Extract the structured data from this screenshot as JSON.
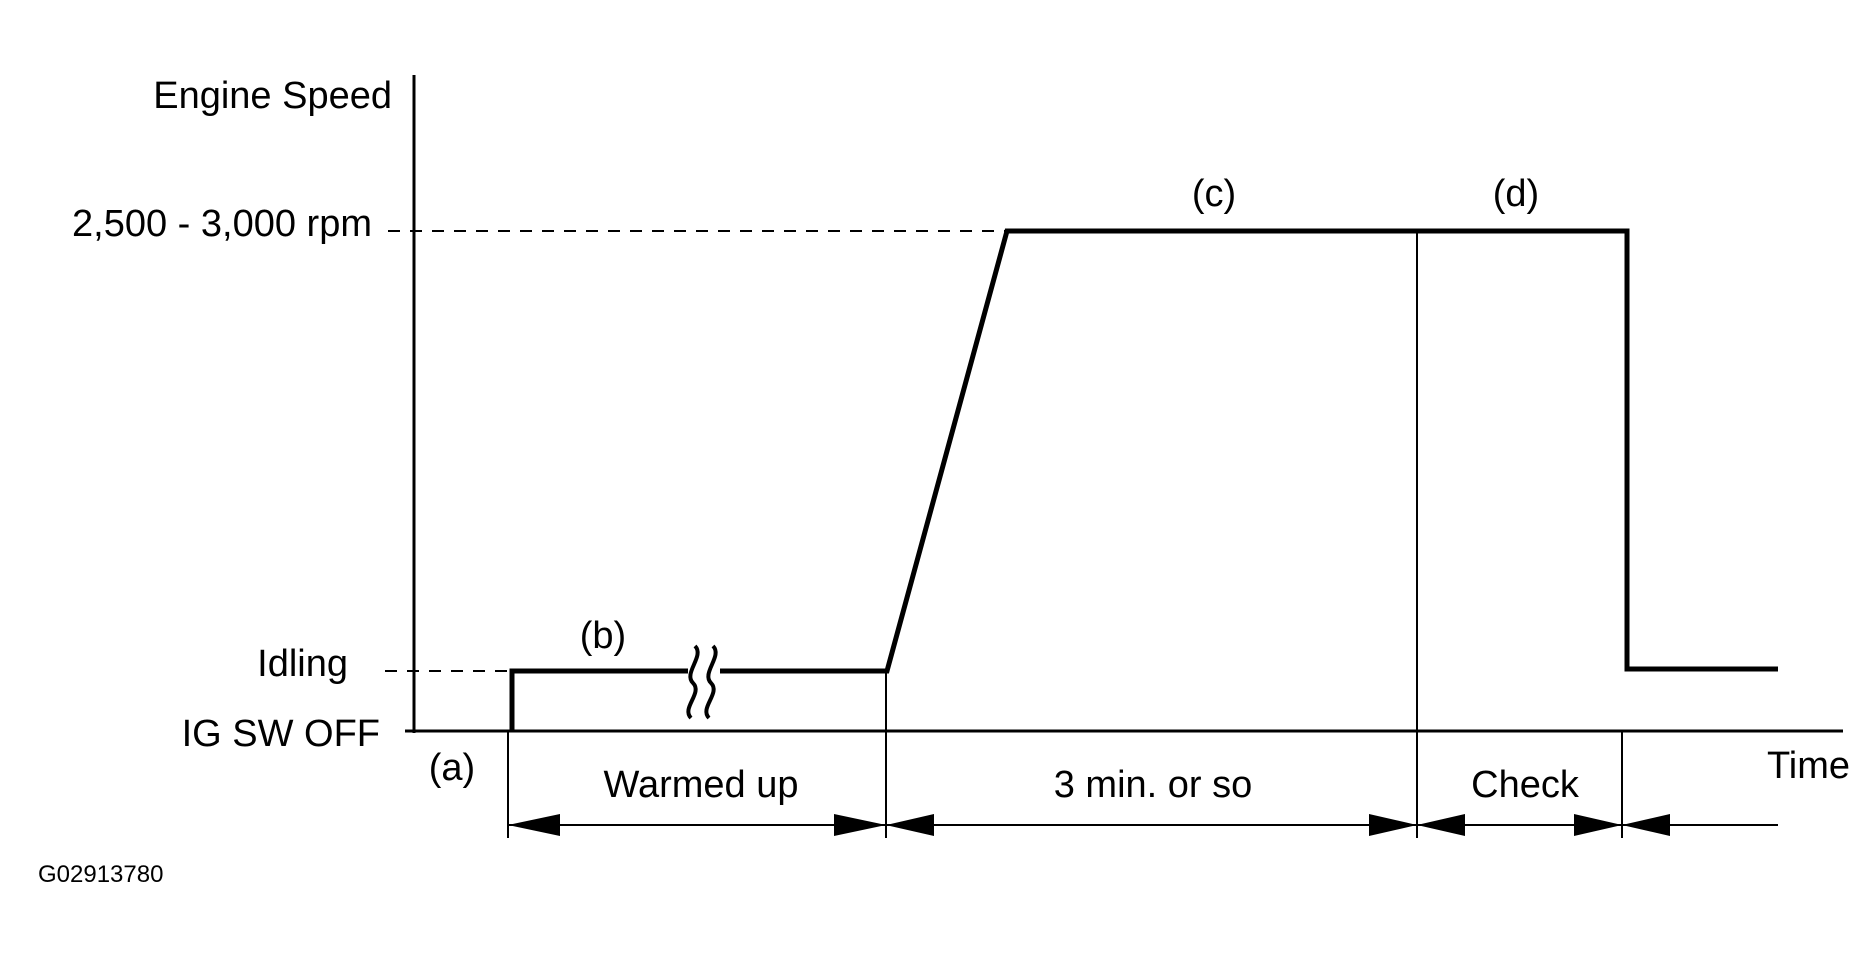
{
  "diagram": {
    "y_axis_label": "Engine Speed",
    "x_axis_label": "Time",
    "level_high": "2,500 - 3,000 rpm",
    "level_idle": "Idling",
    "level_off": "IG SW OFF",
    "phase_a": "(a)",
    "phase_b": "(b)",
    "phase_c": "(c)",
    "phase_d": "(d)",
    "interval_warmed": "Warmed up",
    "interval_3min": "3 min. or so",
    "interval_check": "Check",
    "figure_code": "G02913780"
  }
}
